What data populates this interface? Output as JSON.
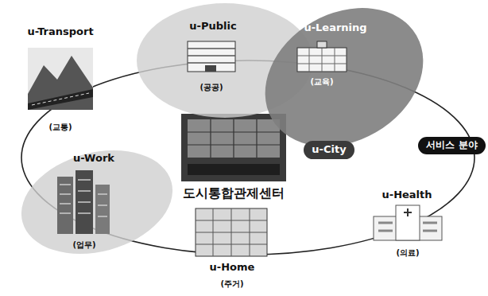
{
  "diagram": {
    "nodes": [
      {
        "text": [
          "u-Public",
          "(공공)"
        ]
      },
      {
        "text": [
          "u-Learning",
          "(교육)"
        ]
      },
      {
        "text": [
          "u-City"
        ]
      },
      {
        "text": [
          "서비스 분야"
        ]
      },
      {
        "text": [
          "u-Work",
          "(업무)"
        ]
      }
    ],
    "labels": [
      "u-Transport",
      "(교통)",
      "도시통합관제센터",
      "u-Health",
      "(의료)",
      "u-Home",
      "(주거)"
    ]
  }
}
